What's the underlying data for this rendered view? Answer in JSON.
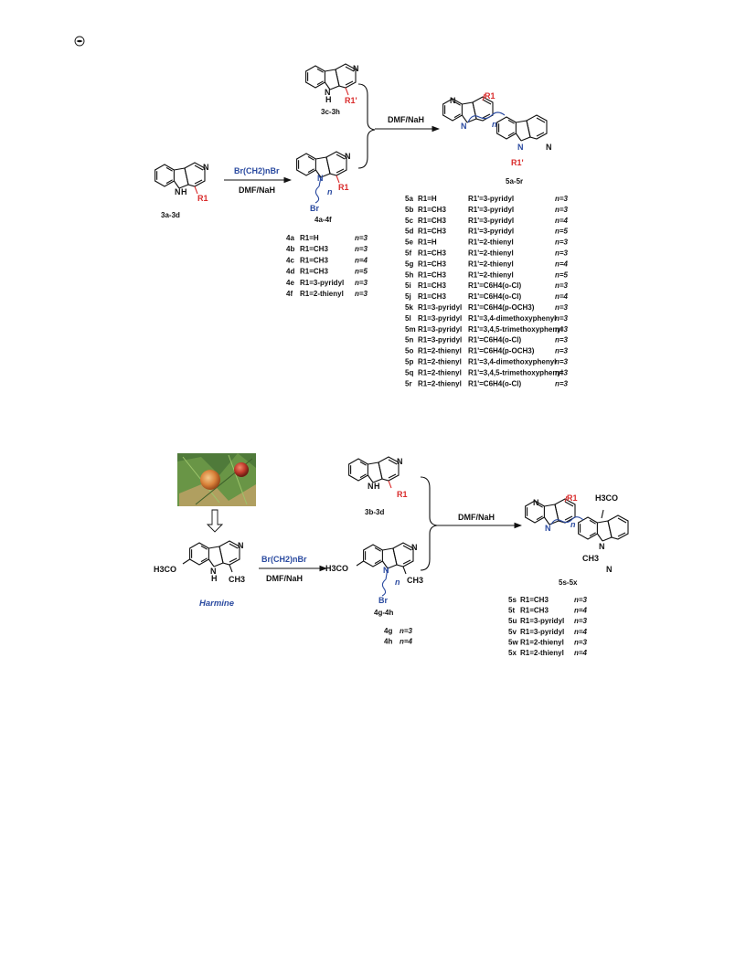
{
  "reagents": {
    "top_dibromide": "Br(CH2)nBr",
    "top_base": "DMF/NaH",
    "top_coupling": "DMF/NaH",
    "bottom_dibromide": "Br(CH2)nBr",
    "bottom_base": "DMF/NaH",
    "bottom_coupling": "DMF/NaH"
  },
  "compounds": {
    "c3a3d": "3a-3d",
    "c3c3h": "3c-3h",
    "c4a4f": "4a-4f",
    "c5a5r": "5a-5r",
    "c3b3d": "3b-3d",
    "c4g4h": "4g-4h",
    "c5s5x": "5s-5x",
    "harmine": "Harmine"
  },
  "list4": [
    {
      "id": "4a",
      "r1": "R1=H",
      "n": "n=3"
    },
    {
      "id": "4b",
      "r1": "R1=CH3",
      "n": "n=3"
    },
    {
      "id": "4c",
      "r1": "R1=CH3",
      "n": "n=4"
    },
    {
      "id": "4d",
      "r1": "R1=CH3",
      "n": "n=5"
    },
    {
      "id": "4e",
      "r1": "R1=3-pyridyl",
      "n": "n=3"
    },
    {
      "id": "4f",
      "r1": "R1=2-thienyl",
      "n": "n=3"
    }
  ],
  "list5": [
    {
      "id": "5a",
      "r1": "R1=H",
      "r1p": "R1'=3-pyridyl",
      "n": "n=3"
    },
    {
      "id": "5b",
      "r1": "R1=CH3",
      "r1p": "R1'=3-pyridyl",
      "n": "n=3"
    },
    {
      "id": "5c",
      "r1": "R1=CH3",
      "r1p": "R1'=3-pyridyl",
      "n": "n=4"
    },
    {
      "id": "5d",
      "r1": "R1=CH3",
      "r1p": "R1'=3-pyridyl",
      "n": "n=5"
    },
    {
      "id": "5e",
      "r1": "R1=H",
      "r1p": "R1'=2-thienyl",
      "n": "n=3"
    },
    {
      "id": "5f",
      "r1": "R1=CH3",
      "r1p": "R1'=2-thienyl",
      "n": "n=3"
    },
    {
      "id": "5g",
      "r1": "R1=CH3",
      "r1p": "R1'=2-thienyl",
      "n": "n=4"
    },
    {
      "id": "5h",
      "r1": "R1=CH3",
      "r1p": "R1'=2-thienyl",
      "n": "n=5"
    },
    {
      "id": "5i",
      "r1": "R1=CH3",
      "r1p": "R1'=C6H4(o-Cl)",
      "n": "n=3"
    },
    {
      "id": "5j",
      "r1": "R1=CH3",
      "r1p": "R1'=C6H4(o-Cl)",
      "n": "n=4"
    },
    {
      "id": "5k",
      "r1": "R1=3-pyridyl",
      "r1p": "R1'=C6H4(p-OCH3)",
      "n": "n=3"
    },
    {
      "id": "5l",
      "r1": "R1=3-pyridyl",
      "r1p": "R1'=3,4-dimethoxyphenyl",
      "n": "n=3"
    },
    {
      "id": "5m",
      "r1": "R1=3-pyridyl",
      "r1p": "R1'=3,4,5-trimethoxyphenyl",
      "n": "n=3"
    },
    {
      "id": "5n",
      "r1": "R1=3-pyridyl",
      "r1p": "R1'=C6H4(o-Cl)",
      "n": "n=3"
    },
    {
      "id": "5o",
      "r1": "R1=2-thienyl",
      "r1p": "R1'=C6H4(p-OCH3)",
      "n": "n=3"
    },
    {
      "id": "5p",
      "r1": "R1=2-thienyl",
      "r1p": "R1'=3,4-dimethoxyphenyl",
      "n": "n=3"
    },
    {
      "id": "5q",
      "r1": "R1=2-thienyl",
      "r1p": "R1'=3,4,5-trimethoxyphenyl",
      "n": "n=3"
    },
    {
      "id": "5r",
      "r1": "R1=2-thienyl",
      "r1p": "R1'=C6H4(o-Cl)",
      "n": "n=3"
    }
  ],
  "list4b": [
    {
      "id": "4g",
      "n": "n=3"
    },
    {
      "id": "4h",
      "n": "n=4"
    }
  ],
  "list5b": [
    {
      "id": "5s",
      "r1": "R1=CH3",
      "n": "n=3"
    },
    {
      "id": "5t",
      "r1": "R1=CH3",
      "n": "n=4"
    },
    {
      "id": "5u",
      "r1": "R1=3-pyridyl",
      "n": "n=3"
    },
    {
      "id": "5v",
      "r1": "R1=3-pyridyl",
      "n": "n=4"
    },
    {
      "id": "5w",
      "r1": "R1=2-thienyl",
      "n": "n=3"
    },
    {
      "id": "5x",
      "r1": "R1=2-thienyl",
      "n": "n=4"
    }
  ],
  "atoms": {
    "N": "N",
    "NH_N": "N",
    "NH_H": "H",
    "R1": "R1",
    "R1p": "R1'",
    "Br": "Br",
    "n": "n",
    "H3CO": "H3CO",
    "CH3": "CH3"
  },
  "colors": {
    "accent_red": "#d92b2b",
    "accent_blue": "#2a4aa0"
  },
  "icons": {
    "corner_logo": "publisher-logo-icon",
    "photo": "harmala-fruit-photo",
    "arrow": "hollow-down-arrow-icon"
  }
}
